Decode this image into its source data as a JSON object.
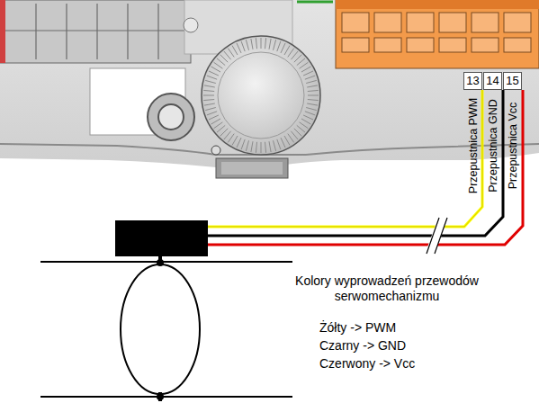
{
  "diagram": {
    "labels": [
      "13",
      "14",
      "15",
      "Przepustnica PWM",
      "Przepustnica GND",
      "Przepustnica Vcc",
      "Kolory wyprowadzeń przewodów serwomechanizmu",
      "Żółty -> PWM",
      "Czarny -> GND",
      "Czerwony -> Vcc"
    ]
  }
}
